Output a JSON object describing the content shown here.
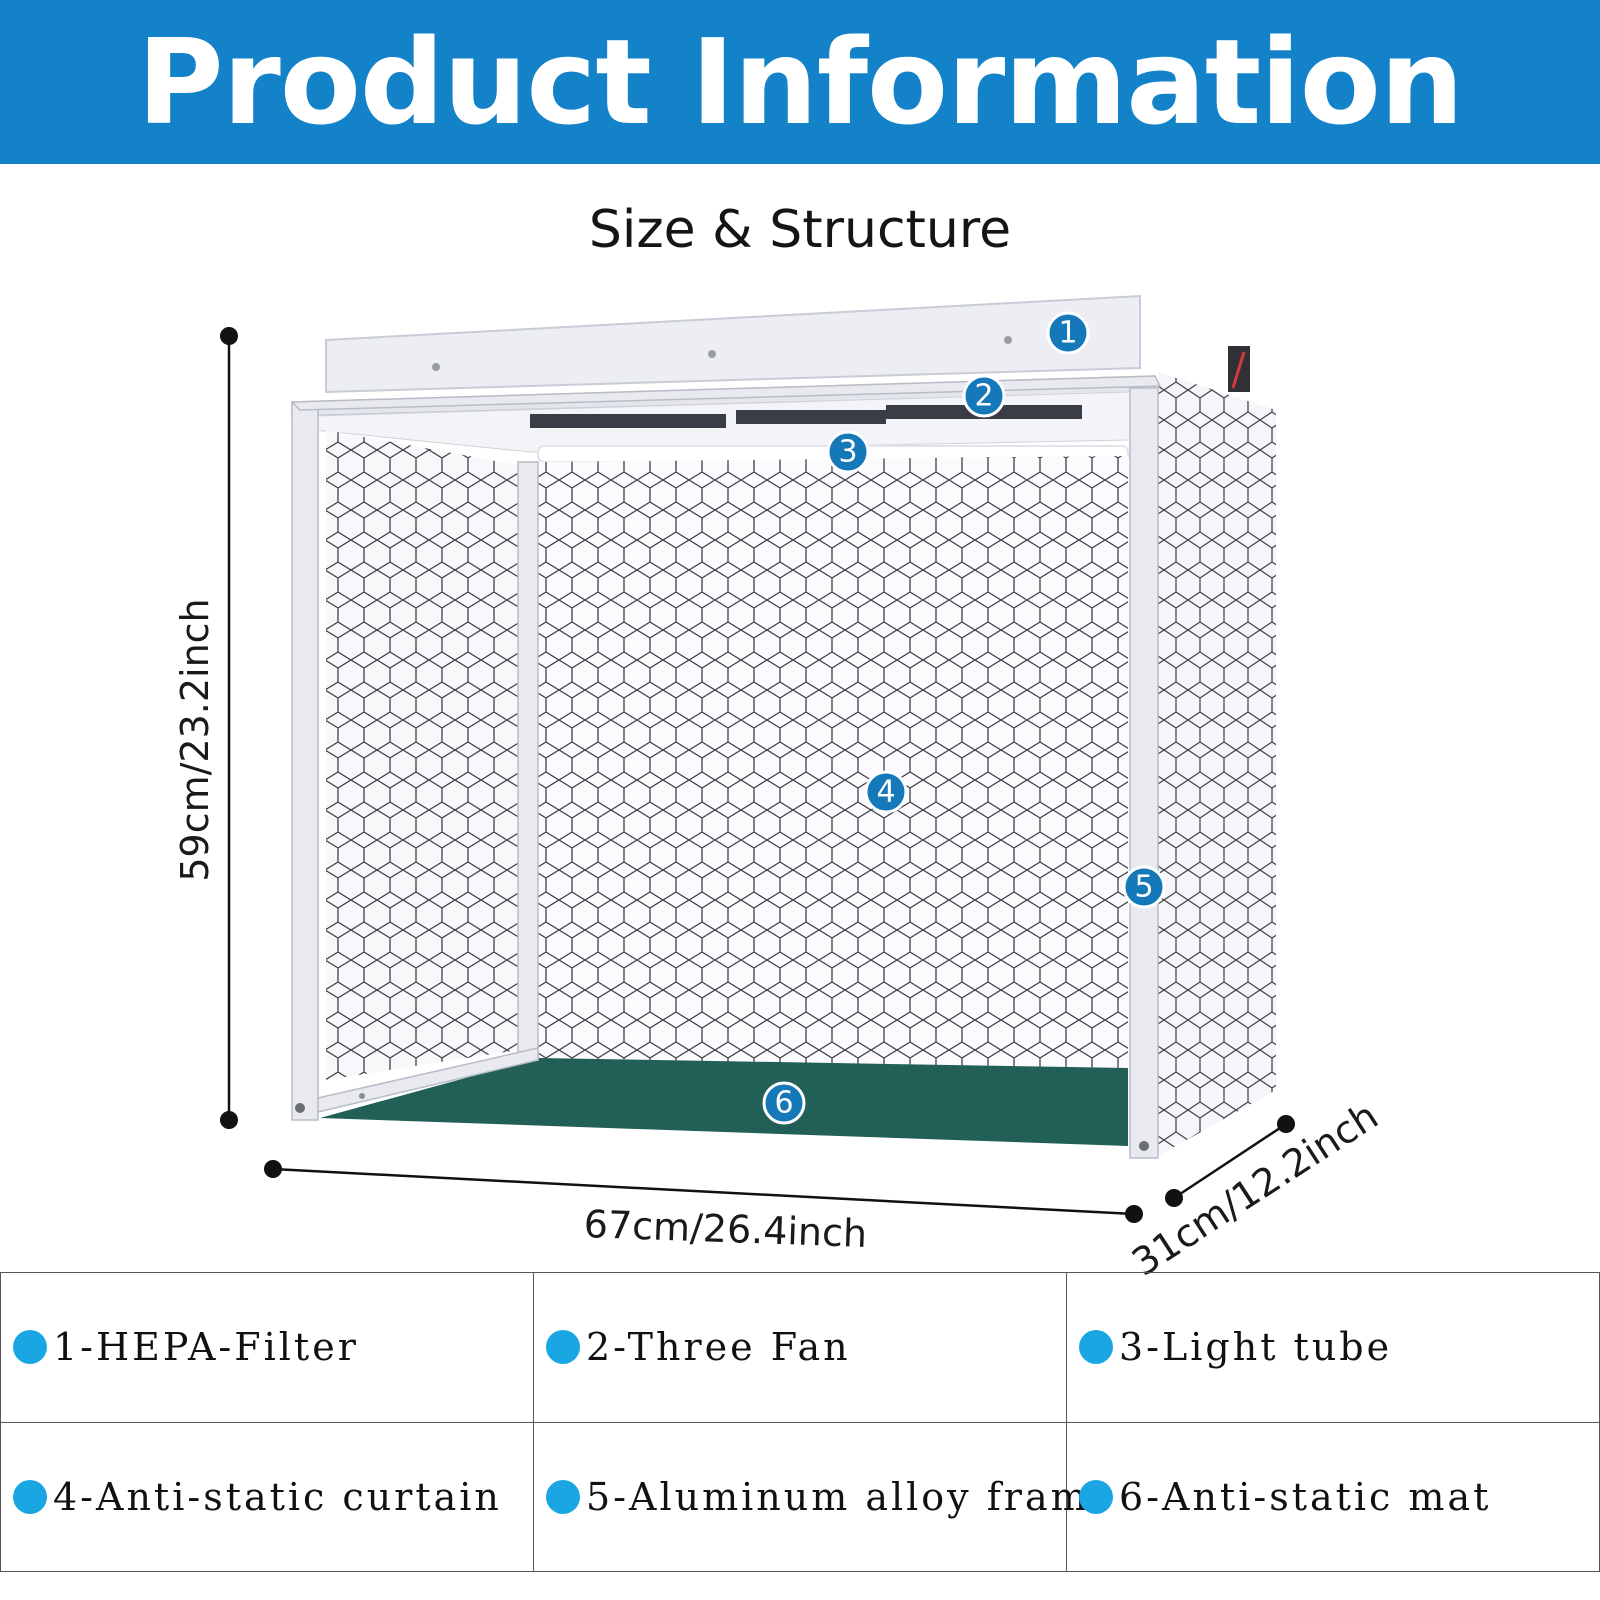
{
  "banner": {
    "title": "Product Information"
  },
  "subtitle": "Size & Structure",
  "dimensions": {
    "height": "59cm/23.2inch",
    "width": "67cm/26.4inch",
    "depth": "31cm/12.2inch"
  },
  "badges": [
    "1",
    "2",
    "3",
    "4",
    "5",
    "6"
  ],
  "legend": {
    "rows": [
      [
        "1-HEPA-Filter",
        "2-Three Fan",
        "3-Light tube"
      ],
      [
        "4-Anti-static curtain",
        "5-Aluminum alloy frame",
        "6-Anti-static mat"
      ]
    ]
  },
  "colors": {
    "banner": "#1382c9",
    "badge": "#1578b8",
    "legend_dot": "#19a6e3",
    "mat": "#215f57"
  }
}
